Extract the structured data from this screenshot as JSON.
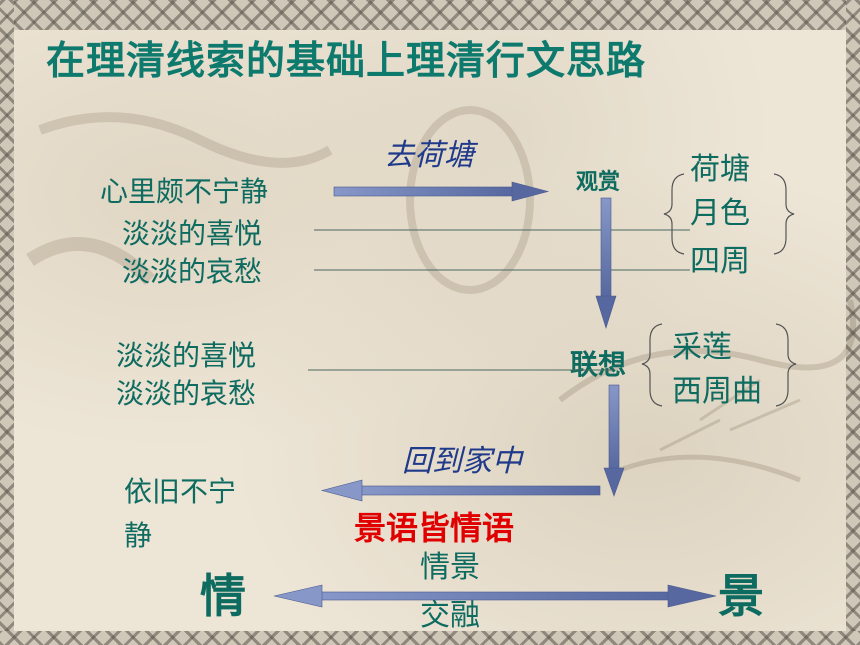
{
  "title": "在理清线索的基础上理清行文思路",
  "left_moods": {
    "line1": "心里颇不宁静",
    "line2": "淡淡的喜悦",
    "line3": "淡淡的哀愁",
    "line4": "淡淡的喜悦",
    "line5": "淡淡的哀愁",
    "final_line1": "依旧不宁",
    "final_line2": "静"
  },
  "journey": {
    "go": "去荷塘",
    "view": "观赏",
    "associate": "联想",
    "return": "回到家中"
  },
  "scenes": {
    "group1": [
      "荷塘",
      "月色",
      "四周"
    ],
    "group2": [
      "采莲",
      "西周曲"
    ]
  },
  "conclusion": {
    "highlight": "景语皆情语",
    "emotion": "情",
    "scenery": "景",
    "fusion_line1": "情景",
    "fusion_line2": "交融"
  },
  "colors": {
    "teal_text": "#0e6b60",
    "title": "#0e7a6e",
    "blue_italic": "#1f3a8a",
    "red": "#e00000",
    "arrow": "#6a7db5"
  }
}
